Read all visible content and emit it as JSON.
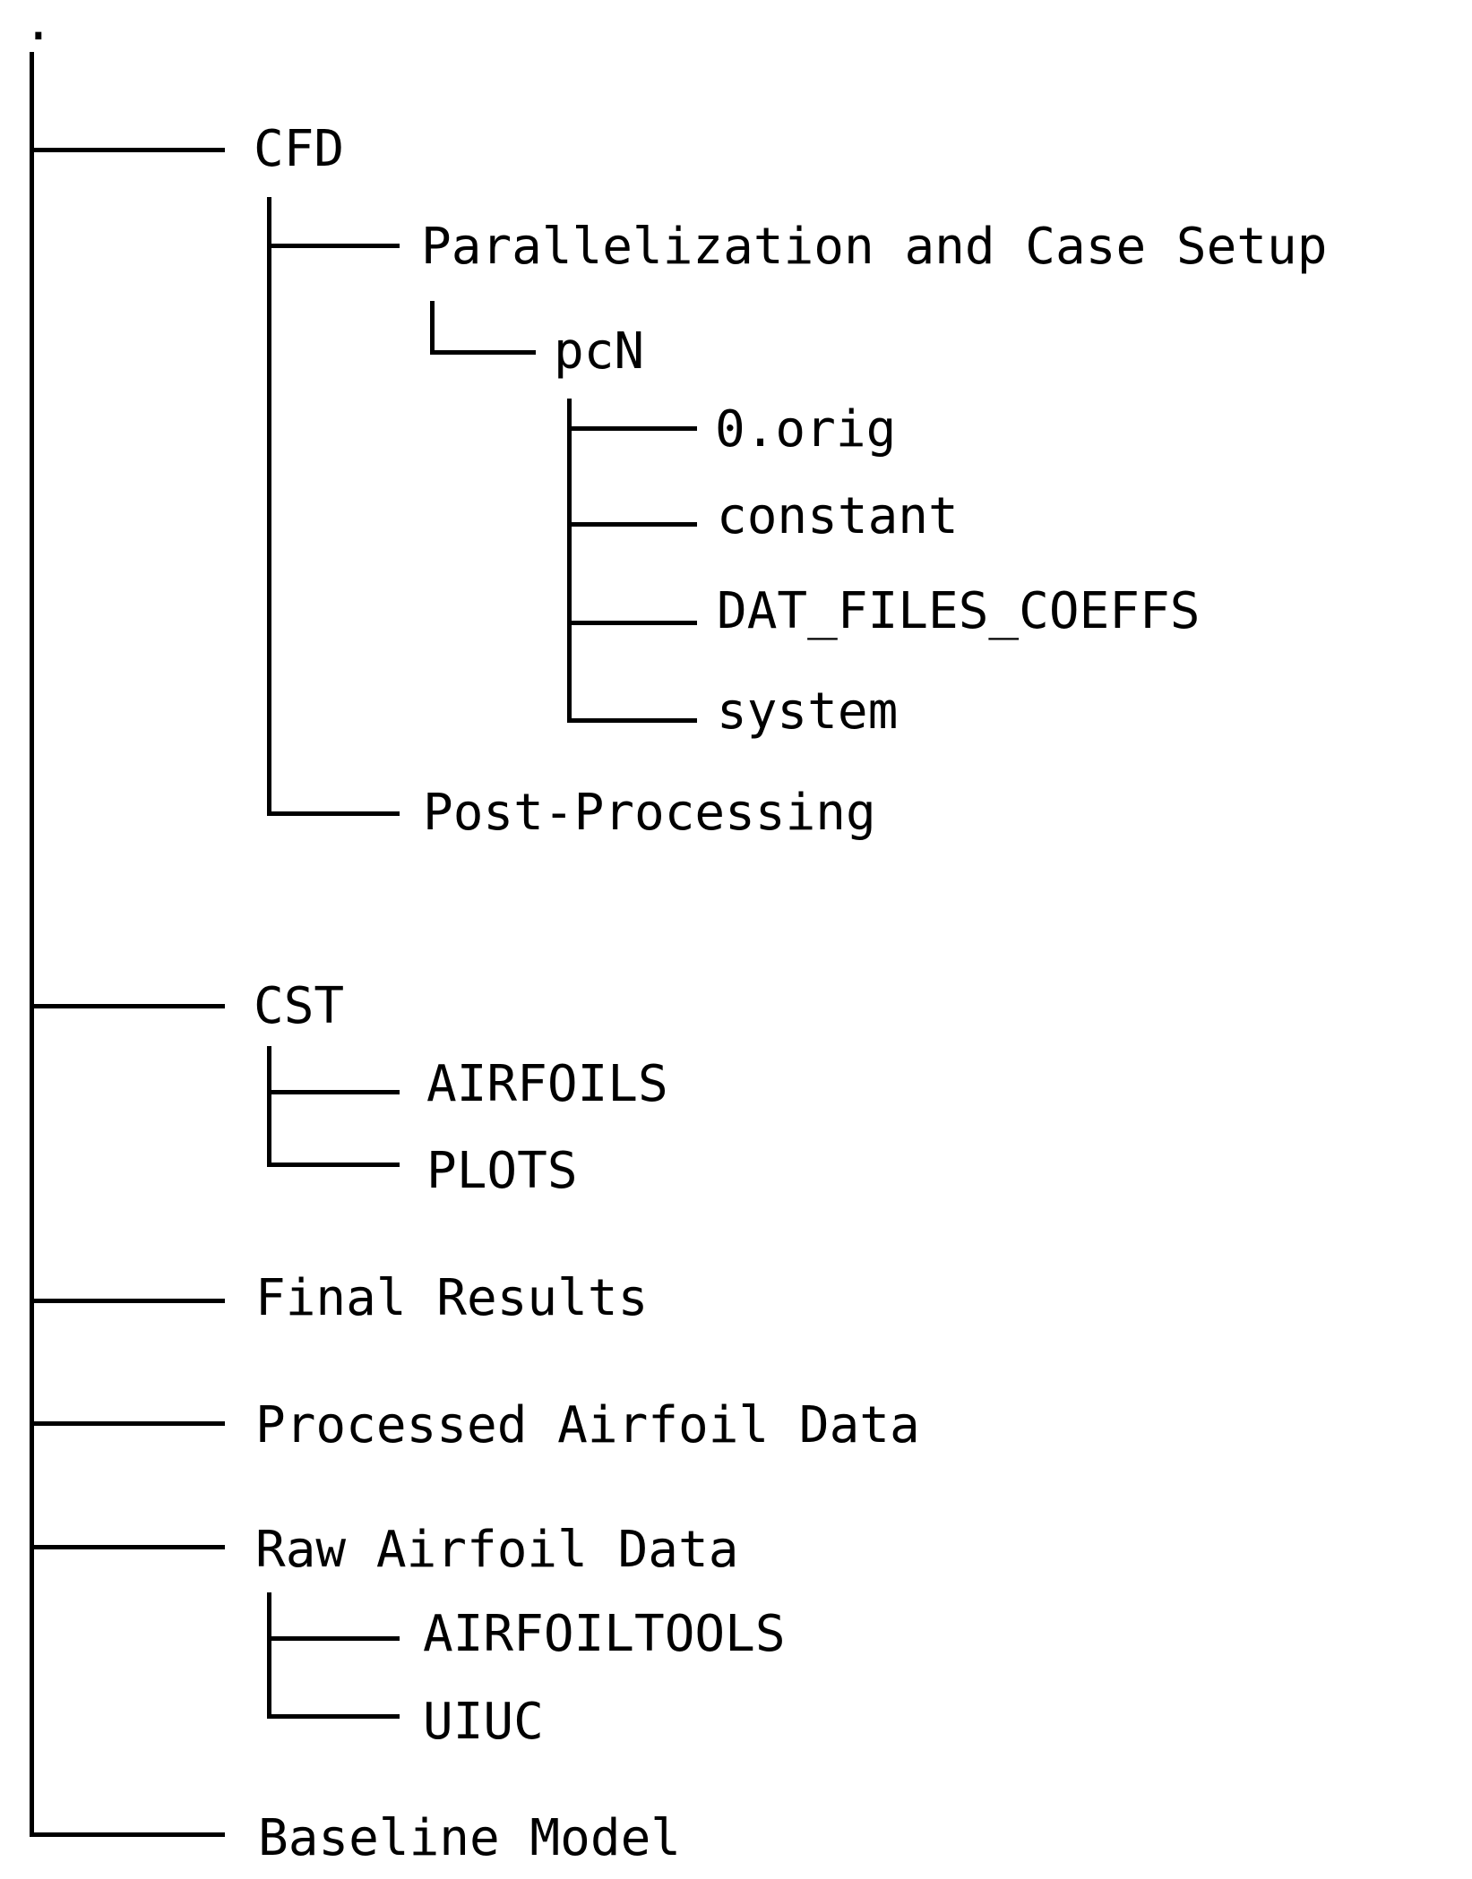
{
  "tree": {
    "root": ".",
    "cfd": {
      "label": "CFD",
      "parallelization": {
        "label": "Parallelization and Case Setup",
        "pcn": {
          "label": "pcN",
          "children": [
            "0.orig",
            "constant",
            "DAT_FILES_COEFFS",
            "system"
          ]
        }
      },
      "post_processing": "Post-Processing"
    },
    "cst": {
      "label": "CST",
      "children": [
        "AIRFOILS",
        "PLOTS"
      ]
    },
    "final_results": "Final Results",
    "processed_airfoil_data": "Processed Airfoil Data",
    "raw_airfoil_data": {
      "label": "Raw Airfoil Data",
      "children": [
        "AIRFOILTOOLS",
        "UIUC"
      ]
    },
    "baseline_model": "Baseline Model"
  }
}
